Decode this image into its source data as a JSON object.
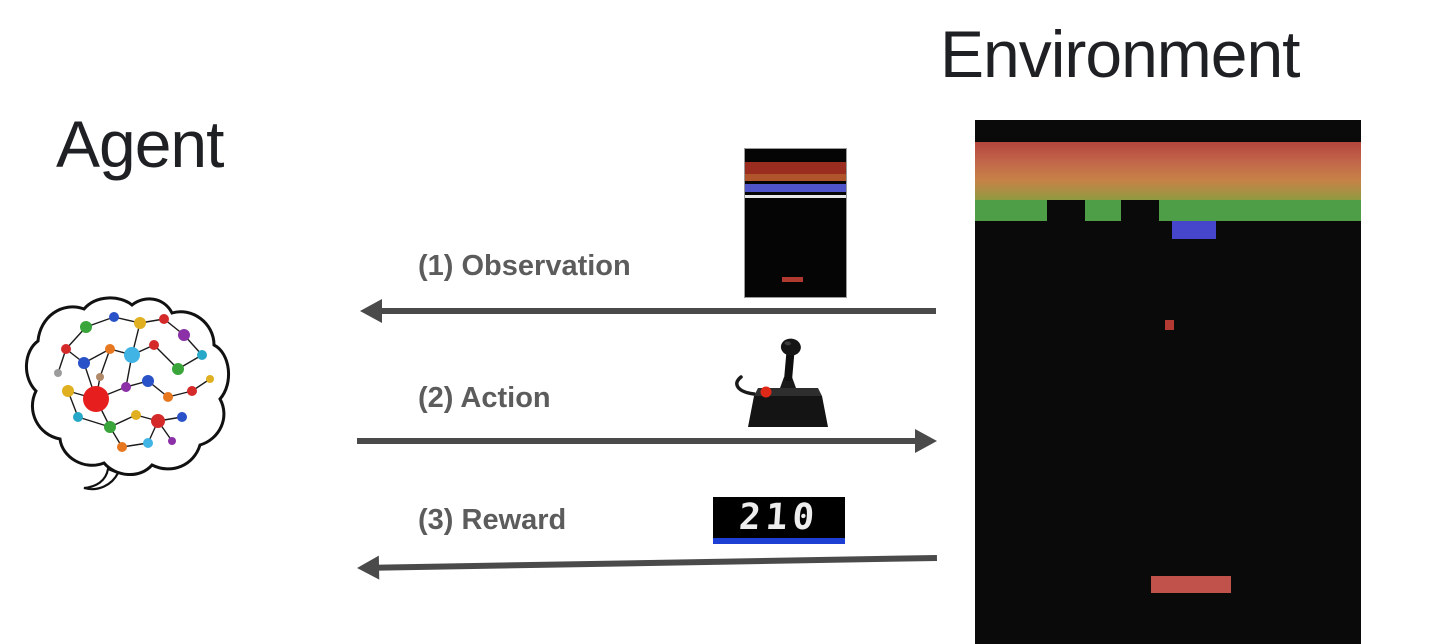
{
  "agent": {
    "title": "Agent"
  },
  "environment": {
    "title": "Environment"
  },
  "flows": {
    "observation": {
      "label": "(1) Observation",
      "direction": "left"
    },
    "action": {
      "label": "(2) Action",
      "direction": "right"
    },
    "reward": {
      "label": "(3) Reward",
      "direction": "left"
    }
  },
  "score_display": {
    "value": "210"
  },
  "icons": {
    "agent": "brain-network-icon",
    "observation": "breakout-screenshot-thumbnail",
    "action": "atari-joystick-icon",
    "reward": "atari-score-display",
    "environment": "breakout-game-screen"
  },
  "colors": {
    "arrow": "#4a4a4a",
    "flow_label": "#5c5c5c",
    "title": "#1f2023",
    "score_underline": "#1e3fd4",
    "screen_background": "#0a0a0a",
    "paddle": "#c1524b",
    "blue_brick": "#4646cc"
  }
}
